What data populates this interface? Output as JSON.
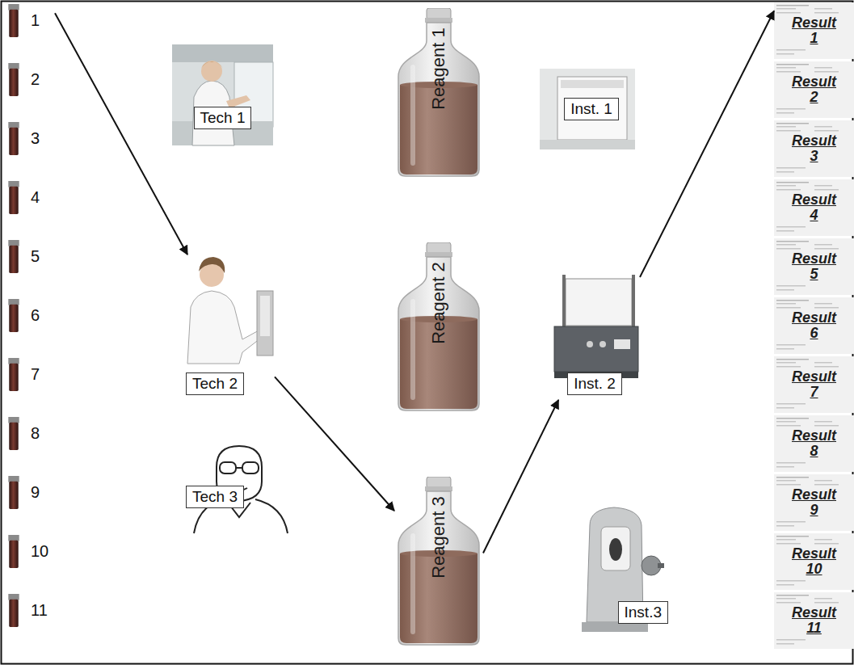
{
  "diagram": {
    "nodes": [
      {
        "text": [
          "1"
        ]
      },
      {
        "text": [
          "2"
        ]
      },
      {
        "text": [
          "3"
        ]
      },
      {
        "text": [
          "4"
        ]
      },
      {
        "text": [
          "5"
        ]
      },
      {
        "text": [
          "6"
        ]
      },
      {
        "text": [
          "7"
        ]
      },
      {
        "text": [
          "8"
        ]
      },
      {
        "text": [
          "9"
        ]
      },
      {
        "text": [
          "10"
        ]
      },
      {
        "text": [
          "11"
        ]
      },
      {
        "text": [
          "Tech 1"
        ]
      },
      {
        "text": [
          "Tech 2"
        ]
      },
      {
        "text": [
          "Tech 3"
        ]
      },
      {
        "text": [
          "Reagent 1"
        ]
      },
      {
        "text": [
          "Reagent 2"
        ]
      },
      {
        "text": [
          "Reagent 3"
        ]
      },
      {
        "text": [
          "Inst. 1"
        ]
      },
      {
        "text": [
          "Inst. 2"
        ]
      },
      {
        "text": [
          "Inst.3"
        ]
      },
      {
        "text": [
          "Result 1"
        ]
      },
      {
        "text": [
          "Result 2"
        ]
      },
      {
        "text": [
          "Result 3"
        ]
      },
      {
        "text": [
          "Result 4"
        ]
      },
      {
        "text": [
          "Result 5"
        ]
      },
      {
        "text": [
          "Result 6"
        ]
      },
      {
        "text": [
          "Result 7"
        ]
      },
      {
        "text": [
          "Result 8"
        ]
      },
      {
        "text": [
          "Result 9"
        ]
      },
      {
        "text": [
          "Result 10"
        ]
      },
      {
        "text": [
          "Result 11"
        ]
      }
    ],
    "edges": [
      {
        "from": 0,
        "to": 12,
        "arrow": "to"
      },
      {
        "from": 12,
        "to": 16,
        "arrow": "to"
      },
      {
        "from": 16,
        "to": 18,
        "arrow": "to"
      },
      {
        "from": 18,
        "to": 20,
        "arrow": "to"
      }
    ]
  }
}
